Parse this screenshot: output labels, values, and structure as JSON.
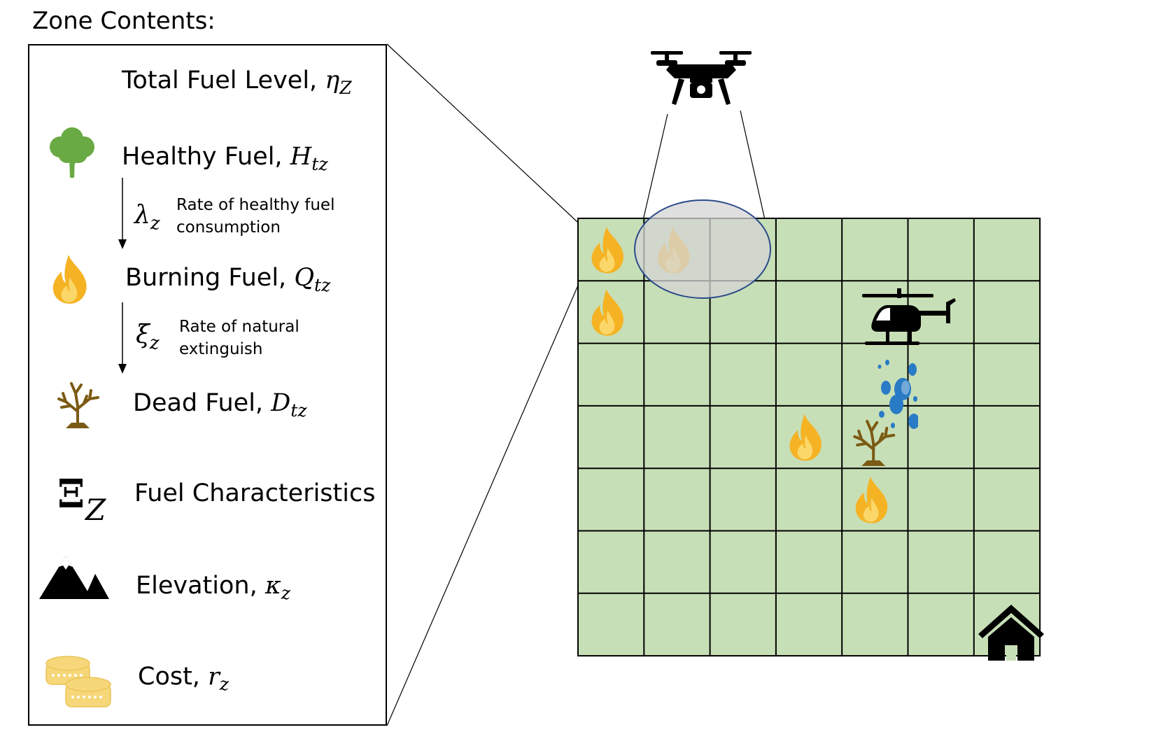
{
  "panel": {
    "title": "Zone Contents:",
    "items": [
      {
        "label": "Total Fuel Level, ",
        "sym": "η",
        "sub": "Z"
      },
      {
        "label": "Healthy Fuel, ",
        "sym": "H",
        "sub": "tz"
      },
      {
        "label": "Burning Fuel, ",
        "sym": "Q",
        "sub": "tz"
      },
      {
        "label": "Dead Fuel, ",
        "sym": "D",
        "sub": "tz"
      },
      {
        "label": "Fuel Characteristics"
      },
      {
        "label": "Elevation, ",
        "sym": "κ",
        "sub": "z"
      },
      {
        "label": "Cost, ",
        "sym": "r",
        "sub": "z"
      }
    ],
    "transitions": [
      {
        "sym": "λ",
        "sub": "z",
        "note1": "Rate of healthy fuel",
        "note2": "consumption"
      },
      {
        "sym": "ξ",
        "sub": "z",
        "note1": "Rate of natural",
        "note2": "extinguish"
      }
    ],
    "xi_icon": {
      "sym": "Ξ",
      "sub": "Z"
    }
  },
  "grid": {
    "rows": 7,
    "cols": 7,
    "fill": "#c7dfb6",
    "fires": [
      [
        0,
        0
      ],
      [
        0,
        1
      ],
      [
        1,
        0
      ],
      [
        3,
        3
      ],
      [
        4,
        4
      ]
    ],
    "dead_trees": [
      [
        3,
        4
      ]
    ],
    "house": [
      6,
      6
    ],
    "helicopter": [
      1,
      5
    ]
  },
  "colors": {
    "tree": "#6aaa44",
    "fire_outer": "#f5b324",
    "fire_inner": "#fbd76a",
    "dead_tree": "#7b5a14",
    "coin": "#f6d779",
    "coin_edge": "#eac458",
    "water": "#2a7bc6",
    "sensor_ellipse": "#2c4a8a"
  },
  "icons": [
    "tree-icon",
    "fire-icon",
    "dead-tree-icon",
    "xi-icon",
    "mountain-icon",
    "coins-icon",
    "drone-icon",
    "helicopter-icon",
    "house-icon",
    "water-drops-icon"
  ]
}
